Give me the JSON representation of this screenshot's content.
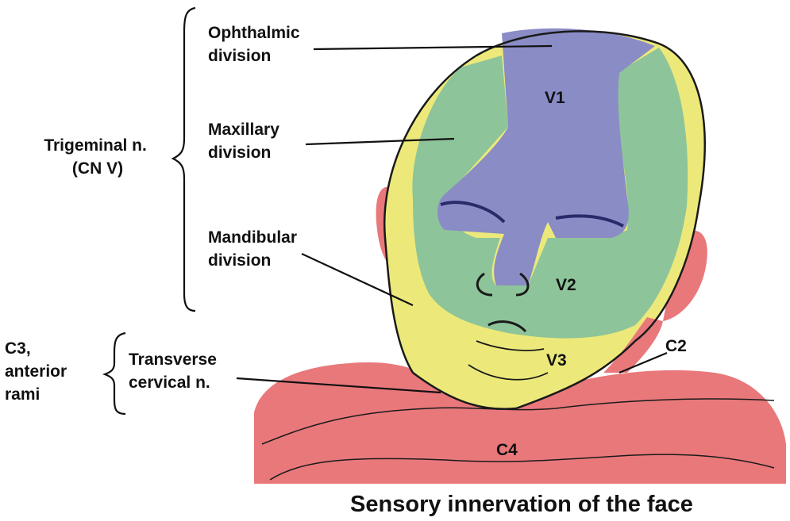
{
  "labels": {
    "ophthalmic": [
      "Ophthalmic",
      "division"
    ],
    "maxillary": [
      "Maxillary",
      "division"
    ],
    "mandibular": [
      "Mandibular",
      "division"
    ],
    "trigeminal": [
      "Trigeminal n.",
      "(CN V)"
    ],
    "transverse": [
      "Transverse",
      "cervical n."
    ],
    "c3": [
      "C3,",
      "anterior",
      "rami"
    ],
    "c2": "C2"
  },
  "zones": {
    "v1": "V1",
    "v2": "V2",
    "v3": "V3",
    "c4": "C4"
  },
  "caption": "Sensory innervation of the face",
  "colors": {
    "v1": "#8a8cc6",
    "v2": "#8ec49a",
    "v3": "#ece97a",
    "cervical": "#e9787b",
    "outline": "#1a1a1a"
  }
}
